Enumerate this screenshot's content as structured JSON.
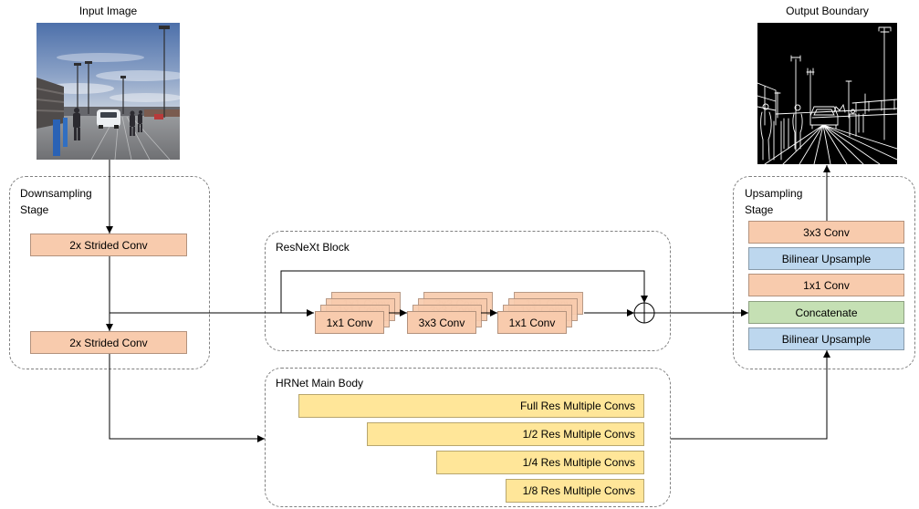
{
  "input_image": {
    "title": "Input Image"
  },
  "output_image": {
    "title": "Output Boundary"
  },
  "downsampling_stage": {
    "title": "Downsampling Stage",
    "blocks": [
      "2x Strided Conv",
      "2x Strided Conv"
    ]
  },
  "resnext_block": {
    "title": "ResNeXt Block",
    "layers": [
      "1x1 Conv",
      "3x3 Conv",
      "1x1 Conv"
    ],
    "sum_icon": "circle-plus-icon"
  },
  "upsampling_stage": {
    "title": "Upsampling Stage",
    "blocks": [
      {
        "label": "3x3 Conv",
        "color": "#F8CBAD"
      },
      {
        "label": "Bilinear Upsample",
        "color": "#BDD7EE"
      },
      {
        "label": "1x1 Conv",
        "color": "#F8CBAD"
      },
      {
        "label": "Concatenate",
        "color": "#C5E0B4"
      },
      {
        "label": "Bilinear Upsample",
        "color": "#BDD7EE"
      }
    ]
  },
  "hrnet_main_body": {
    "title": "HRNet Main Body",
    "branches": [
      "Full Res Multiple Convs",
      "1/2 Res Multiple Convs",
      "1/4 Res Multiple Convs",
      "1/8 Res Multiple Convs"
    ]
  },
  "colors": {
    "conv": "#F8CBAD",
    "upsample": "#BDD7EE",
    "concat": "#C5E0B4",
    "hrnet_branch": "#FFE699"
  }
}
